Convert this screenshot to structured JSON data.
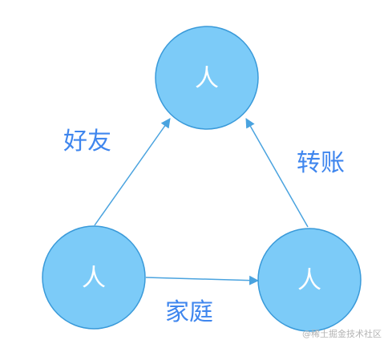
{
  "colors": {
    "node_fill": "#7ccbf8",
    "node_stroke": "#3a9ad9",
    "edge": "#4aa3df",
    "edge_label": "#3f86ee",
    "node_text": "#ffffff"
  },
  "nodes": {
    "top": {
      "label": "人"
    },
    "bottom_left": {
      "label": "人"
    },
    "bottom_right": {
      "label": "人"
    }
  },
  "edges": {
    "bottom_left_to_top": {
      "label": "好友"
    },
    "bottom_right_to_top": {
      "label": "转账"
    },
    "bottom_left_to_bottom_right": {
      "label": "家庭"
    }
  },
  "watermark": "@稀土掘金技术社区"
}
